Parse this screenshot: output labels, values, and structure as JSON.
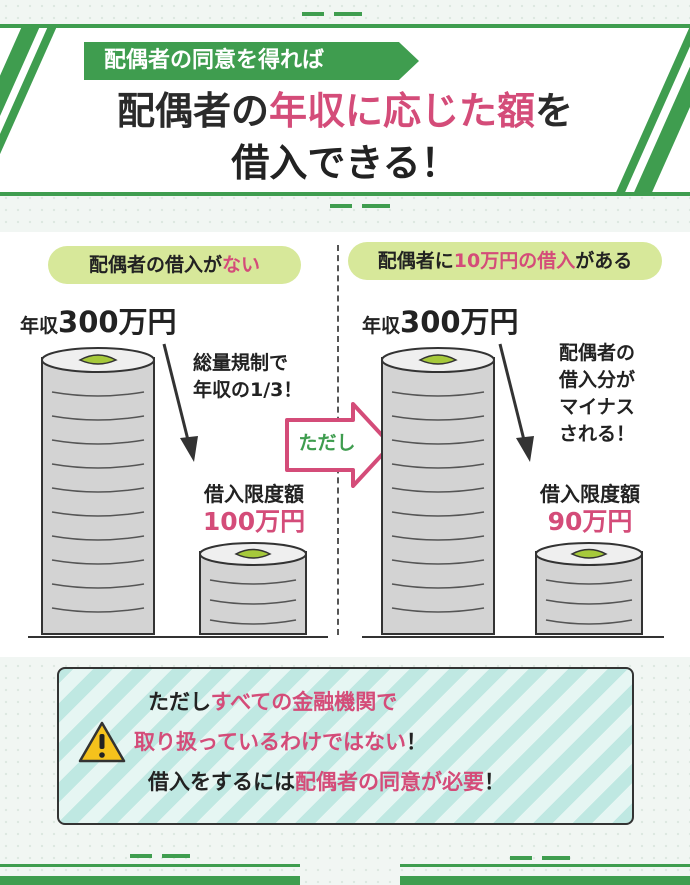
{
  "header": {
    "subtitle": "配偶者の同意を得れば",
    "line1_a": "配偶者の",
    "line1_b": "年収に応じた額",
    "line1_c": "を",
    "line2": "借入できる！"
  },
  "left": {
    "pill_a": "配偶者の借入が",
    "pill_b": "ない",
    "income_prefix": "年収",
    "income_amount": "300万円",
    "note_l1": "総量規制で",
    "note_l2": "年収の1/3！",
    "limit_label": "借入限度額",
    "limit_amount": "100万円"
  },
  "middle": {
    "arrow_label": "ただし"
  },
  "right": {
    "pill_a": "配偶者に",
    "pill_b": "10万円の借入",
    "pill_c": "がある",
    "income_prefix": "年収",
    "income_amount": "300万円",
    "note_l1": "配偶者の",
    "note_l2": "借入分が",
    "note_l3": "マイナス",
    "note_l4": "される！",
    "limit_label": "借入限度額",
    "limit_amount": "90万円"
  },
  "warning": {
    "l1_a": "ただし",
    "l1_b": "すべての金融機関で",
    "l2_a": "取り扱っているわけではない",
    "l2_b": "！",
    "l3_a": "借入をするには",
    "l3_b": "配偶者の同意が必要",
    "l3_c": "！"
  },
  "colors": {
    "green": "#3f9d4f",
    "pink": "#d44c79",
    "pill": "#d7e89a"
  },
  "icons": [
    "warning-icon",
    "bill-stack-icon",
    "arrow-right-icon"
  ]
}
